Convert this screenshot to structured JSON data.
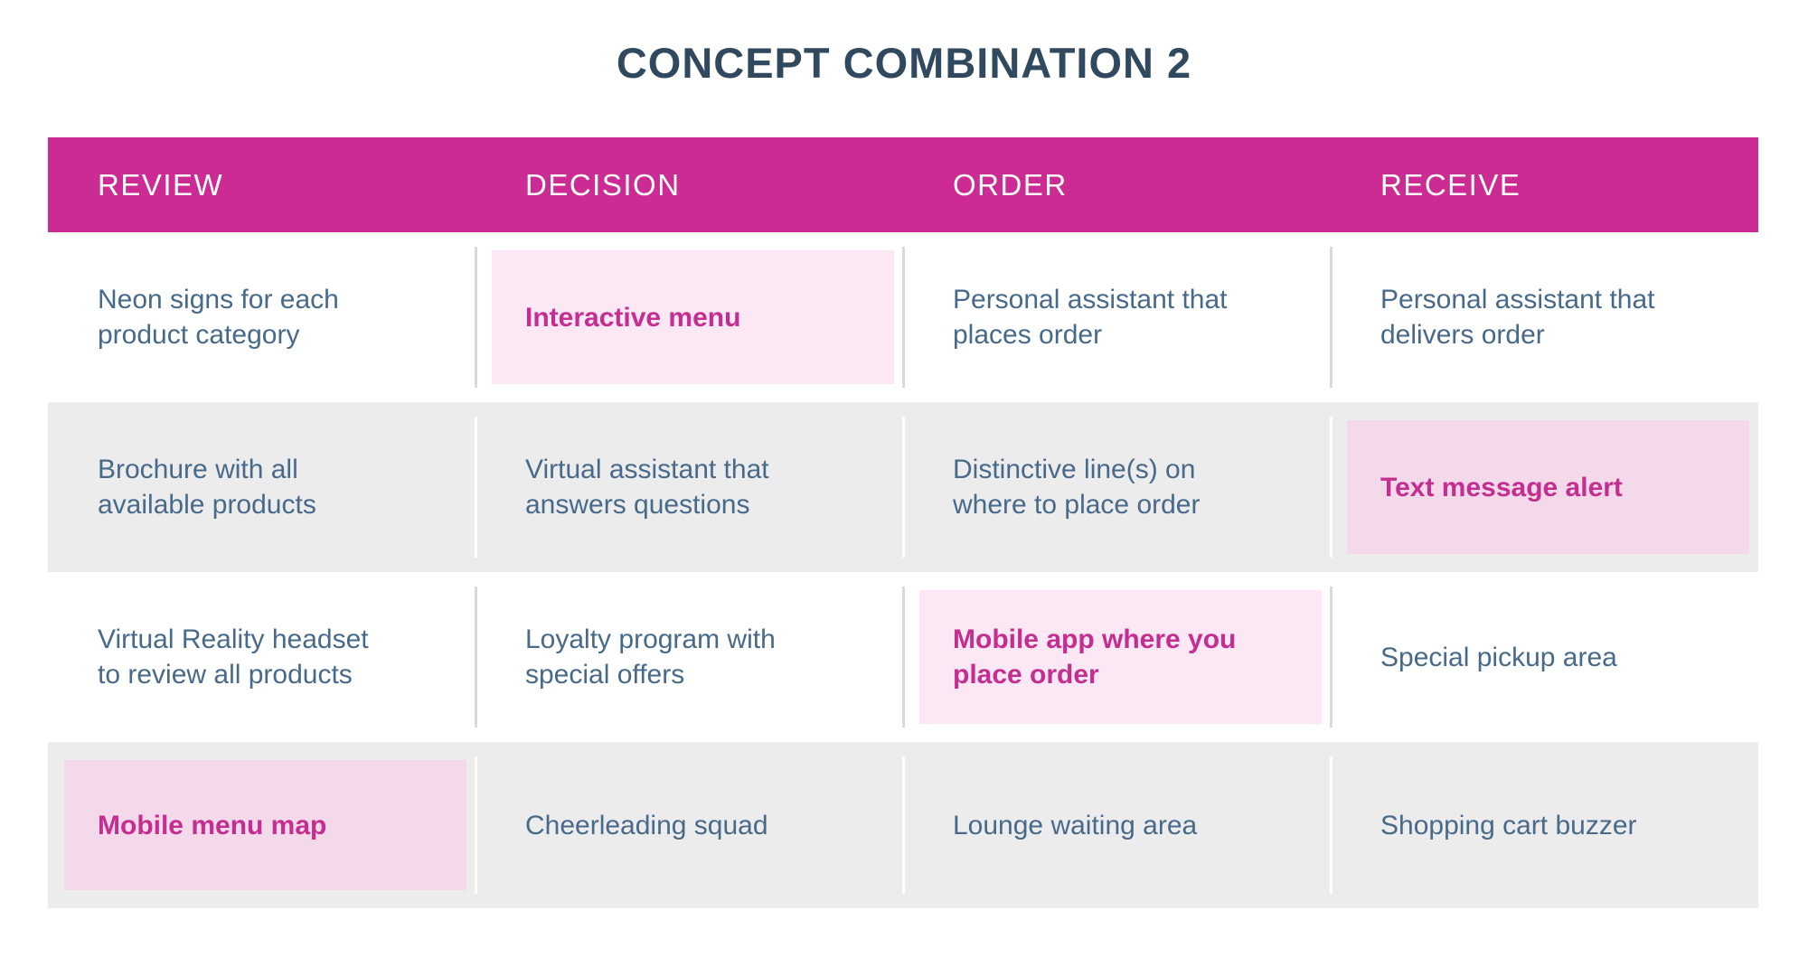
{
  "title": "CONCEPT COMBINATION 2",
  "table": {
    "columns": [
      "REVIEW",
      "DECISION",
      "ORDER",
      "RECEIVE"
    ],
    "rows": [
      {
        "cells": [
          {
            "text": "Neon signs for each\nproduct category",
            "highlight": false
          },
          {
            "text": "Interactive menu",
            "highlight": true
          },
          {
            "text": "Personal assistant that\nplaces order",
            "highlight": false
          },
          {
            "text": "Personal assistant that\ndelivers order",
            "highlight": false
          }
        ]
      },
      {
        "cells": [
          {
            "text": "Brochure with all\navailable products",
            "highlight": false
          },
          {
            "text": "Virtual assistant that\nanswers questions",
            "highlight": false
          },
          {
            "text": "Distinctive line(s) on\nwhere to place order",
            "highlight": false
          },
          {
            "text": "Text message alert",
            "highlight": true
          }
        ]
      },
      {
        "cells": [
          {
            "text": "Virtual Reality headset\nto review all products",
            "highlight": false
          },
          {
            "text": "Loyalty program with\nspecial offers",
            "highlight": false
          },
          {
            "text": "Mobile app where you\nplace order",
            "highlight": true
          },
          {
            "text": "Special pickup area",
            "highlight": false
          }
        ]
      },
      {
        "cells": [
          {
            "text": "Mobile menu map",
            "highlight": true
          },
          {
            "text": "Cheerleading squad",
            "highlight": false
          },
          {
            "text": "Lounge waiting area",
            "highlight": false
          },
          {
            "text": "Shopping cart buzzer",
            "highlight": false
          }
        ]
      }
    ]
  },
  "colors": {
    "header_bg": "#cc2b93",
    "row_gray": "#ececec",
    "body_text": "#47698a",
    "title_text": "#31495e",
    "highlight_text": "#c42e90",
    "highlight_bg_on_white": "#fce7f5",
    "highlight_bg_on_gray": "#f3d9e9"
  }
}
